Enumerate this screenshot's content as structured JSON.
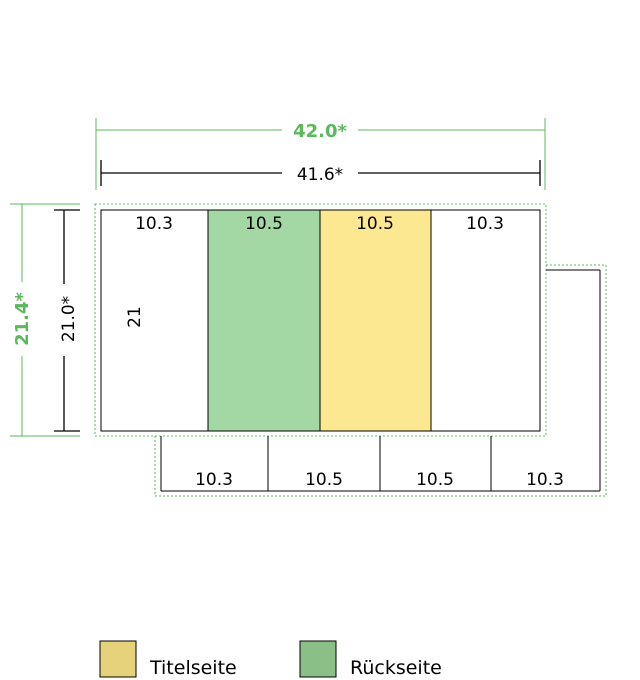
{
  "dimensions": {
    "outer_width": "42.0*",
    "inner_width": "41.6*",
    "outer_height": "21.4*",
    "inner_height": "21.0*",
    "panel_height": "21"
  },
  "panels_top": [
    {
      "label": "10.3",
      "role": "plain"
    },
    {
      "label": "10.5",
      "role": "back"
    },
    {
      "label": "10.5",
      "role": "title"
    },
    {
      "label": "10.3",
      "role": "plain"
    }
  ],
  "panels_bottom": [
    {
      "label": "10.3"
    },
    {
      "label": "10.5"
    },
    {
      "label": "10.5"
    },
    {
      "label": "10.3"
    }
  ],
  "legend": [
    {
      "label": "Titelseite",
      "color": "#e6d27a"
    },
    {
      "label": "Rückseite",
      "color": "#8abf87"
    }
  ],
  "colors": {
    "back_fill": "#a3d7a3",
    "title_fill": "#fde892",
    "dimension_green": "#5cb85c",
    "dashed_outline": "#5cb85c"
  }
}
